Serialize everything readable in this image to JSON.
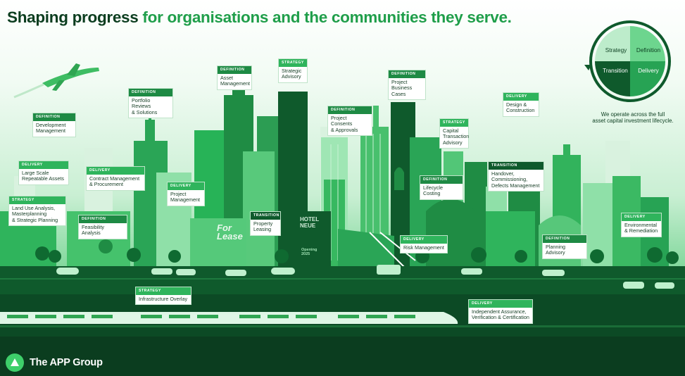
{
  "header": {
    "title_dark": "Shaping progress",
    "title_green": " for organisations and the communities they serve."
  },
  "cycle": {
    "quadrants": [
      "Strategy",
      "Definition",
      "Transition",
      "Delivery"
    ],
    "caption_line1": "We operate across the full",
    "caption_line2": "asset capital investment lifecycle."
  },
  "labels": [
    {
      "tag": "STRATEGY",
      "lines": [
        "Land Use Analysis,",
        "Masterplanning",
        "& Strategic Planning"
      ]
    },
    {
      "tag": "DELIVERY",
      "lines": [
        "Large Scale",
        "Repeatable Assets"
      ]
    },
    {
      "tag": "DEFINITION",
      "lines": [
        "Development",
        "Management"
      ]
    },
    {
      "tag": "DEFINITION",
      "lines": [
        "Portfolio Reviews",
        "& Solutions"
      ]
    },
    {
      "tag": "DELIVERY",
      "lines": [
        "Contract Management",
        "& Procurement"
      ]
    },
    {
      "tag": "DEFINITION",
      "lines": [
        "Feasibility Analysis"
      ]
    },
    {
      "tag": "DELIVERY",
      "lines": [
        "Project",
        "Management"
      ]
    },
    {
      "tag": "DEFINITION",
      "lines": [
        "Asset",
        "Management"
      ]
    },
    {
      "tag": "STRATEGY",
      "lines": [
        "Strategic",
        "Advisory"
      ]
    },
    {
      "tag": "TRANSITION",
      "lines": [
        "Property",
        "Leasing"
      ]
    },
    {
      "tag": "DEFINITION",
      "lines": [
        "Project Consents",
        "& Approvals"
      ]
    },
    {
      "tag": "DEFINITION",
      "lines": [
        "Project",
        "Business Cases"
      ]
    },
    {
      "tag": "STRATEGY",
      "lines": [
        "Capital",
        "Transaction",
        "Advisory"
      ]
    },
    {
      "tag": "DEFINITION",
      "lines": [
        "Lifecycle Costing"
      ]
    },
    {
      "tag": "DELIVERY",
      "lines": [
        "Risk Management"
      ]
    },
    {
      "tag": "DELIVERY",
      "lines": [
        "Design &",
        "Construction"
      ]
    },
    {
      "tag": "TRANSITION",
      "lines": [
        "Handover,",
        "Commissioning,",
        "Defects Management"
      ]
    },
    {
      "tag": "DEFINITION",
      "lines": [
        "Planning Advisory"
      ]
    },
    {
      "tag": "DELIVERY",
      "lines": [
        "Environmental",
        "& Remediation"
      ]
    },
    {
      "tag": "STRATEGY",
      "lines": [
        "Infrastructure Overlay"
      ]
    },
    {
      "tag": "DELIVERY",
      "lines": [
        "Independent Assurance,",
        "Verification & Certification"
      ]
    }
  ],
  "signs": {
    "for_lease": "For Lease",
    "hotel": "HOTEL NEUE",
    "opening": "Opening 2025"
  },
  "brand": {
    "name": "The APP Group",
    "accent": "#2fb45c",
    "dark": "#0b3d1f"
  }
}
